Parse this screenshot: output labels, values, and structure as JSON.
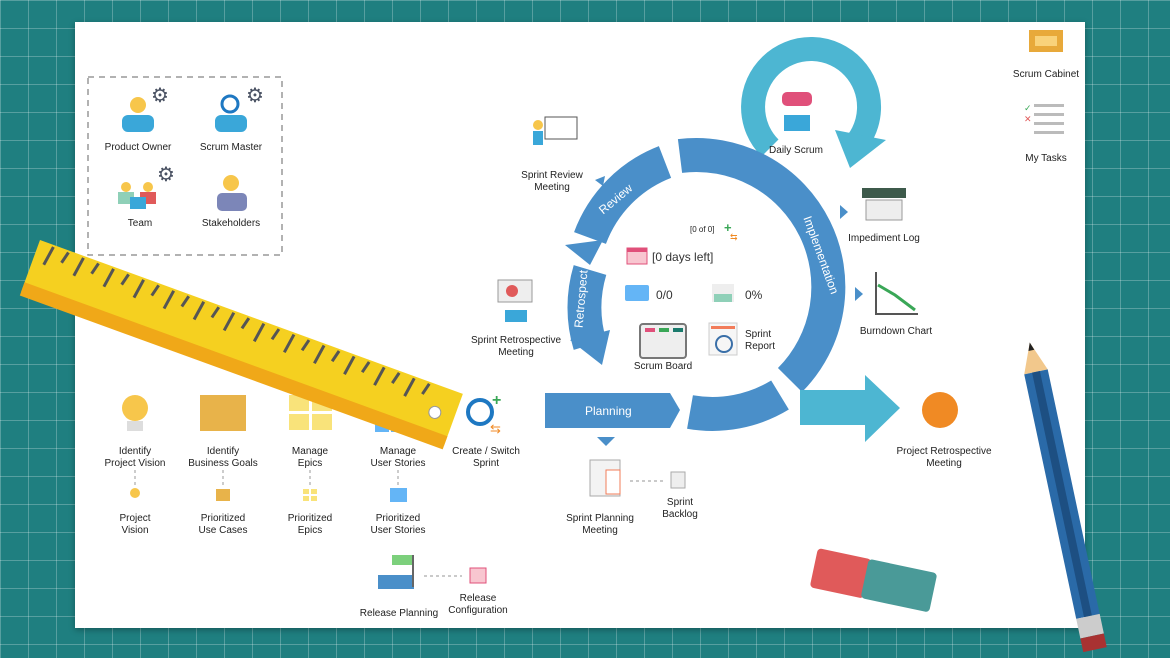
{
  "roles": {
    "product_owner": "Product Owner",
    "scrum_master": "Scrum Master",
    "team": "Team",
    "stakeholders": "Stakeholders"
  },
  "cycle": {
    "review": "Review",
    "retrospect": "Retrospect",
    "implementation": "Implementation",
    "planning": "Planning"
  },
  "center": {
    "sprint_count": "[0 of 0]",
    "days_left": "[0 days left]",
    "tasks": "0/0",
    "progress": "0%",
    "scrum_board": "Scrum Board",
    "sprint_report": "Sprint\nReport"
  },
  "activities": {
    "sprint_review": "Sprint Review\nMeeting",
    "sprint_retro": "Sprint Retrospective\nMeeting",
    "daily_scrum": "Daily Scrum",
    "impediment_log": "Impediment Log",
    "burndown": "Burndown Chart",
    "project_retro": "Project Retrospective\nMeeting",
    "sprint_planning": "Sprint Planning\nMeeting",
    "sprint_backlog": "Sprint\nBacklog"
  },
  "top_right": {
    "cabinet": "Scrum Cabinet",
    "my_tasks": "My Tasks"
  },
  "backlog": [
    {
      "step": "Identify\nProject Vision",
      "output": "Project\nVision"
    },
    {
      "step": "Identify\nBusiness Goals",
      "output": "Prioritized\nUse Cases"
    },
    {
      "step": "Manage\nEpics",
      "output": "Prioritized\nEpics"
    },
    {
      "step": "Manage\nUser Stories",
      "output": "Prioritized\nUser Stories"
    },
    {
      "step": "Create / Switch\nSprint"
    }
  ],
  "release": {
    "planning": "Release Planning",
    "configuration": "Release\nConfiguration"
  },
  "colors": {
    "cycle": "#4a8fc9",
    "daily": "#4db6d2",
    "background": "#1f7f80",
    "ruler": "#f5d020"
  }
}
